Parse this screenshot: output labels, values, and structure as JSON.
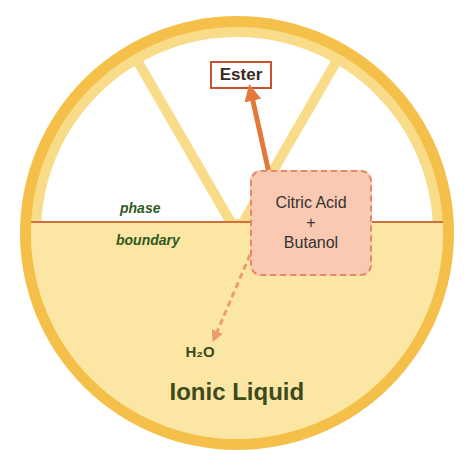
{
  "diagram": {
    "nodes": [
      {
        "text": [
          "Ester"
        ]
      },
      {
        "text": [
          "Citric Acid",
          "+",
          "Butanol"
        ]
      },
      {
        "text": [
          "H₂O"
        ]
      }
    ],
    "edges": [
      {
        "from": 1,
        "to": 0,
        "arrow": "to"
      },
      {
        "from": 1,
        "to": 2,
        "arrow": "to"
      }
    ],
    "labels": [
      "phase",
      "boundary",
      "Ionic Liquid"
    ]
  }
}
